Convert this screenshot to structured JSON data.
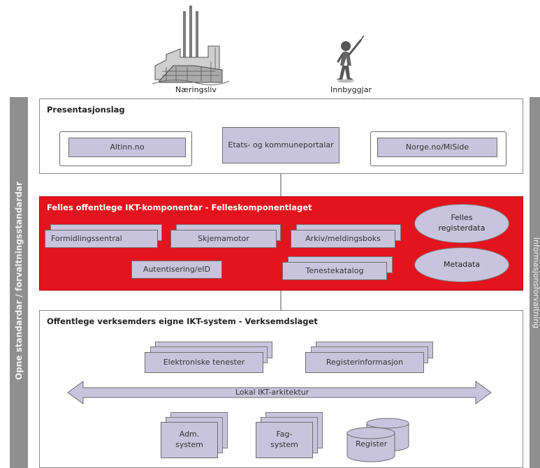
{
  "actors": {
    "business": "Næringsliv",
    "citizen": "Innbyggjar"
  },
  "sidebars": {
    "left": "Opne standardar / forvaltningsstandardar",
    "right": "Informasjonsforvaltning"
  },
  "presentation_layer": {
    "title": "Presentasjonslag",
    "altinn": "Altinn.no",
    "portals": "Etats- og kommuneportalar",
    "norge": "Norge.no/MiSide"
  },
  "common_layer": {
    "title": "Felles offentlege IKT-komponentar - Felleskomponentlaget",
    "components": [
      "Formidlingssentral",
      "Skjemamotor",
      "Arkiv/meldingsboks",
      "Autentisering/eID",
      "Tenestekatalog"
    ],
    "registerdata": "Felles registerdata",
    "metadata": "Metadata"
  },
  "agency_layer": {
    "title": "Offentlege verksemders eigne IKT-system - Verksemdslaget",
    "services": "Elektroniske tenester",
    "registerinfo": "Registerinformasjon",
    "local_arch": "Lokal IKT-arkitektur",
    "adm_system": "Adm. system",
    "fag_system": "Fag- system",
    "register": "Register"
  },
  "colors": {
    "sidebar": "#8f8f8f",
    "component": "#c9c4dd",
    "common_layer": "#e3141d",
    "border": "#8a8a8a"
  }
}
